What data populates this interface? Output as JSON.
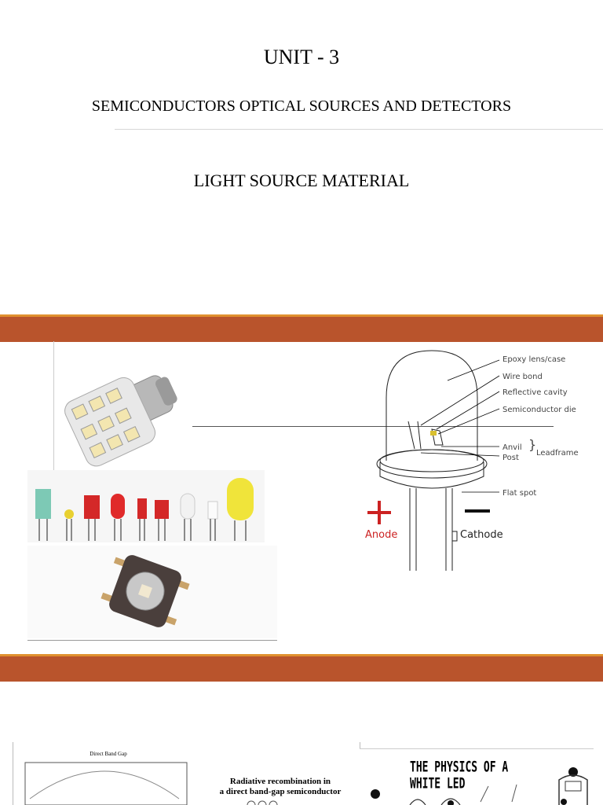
{
  "slide1": {
    "unit_title": "UNIT - 3",
    "subtitle": "SEMICONDUCTORS OPTICAL SOURCES AND DETECTORS",
    "topic": "LIGHT SOURCE MATERIAL"
  },
  "colors": {
    "band": "#b9542c",
    "band_edge": "#e0912f",
    "plus": "#cc2222"
  },
  "led_diagram": {
    "labels": {
      "epoxy": "Epoxy lens/case",
      "wire_bond": "Wire bond",
      "reflective_cavity": "Reflective cavity",
      "semiconductor_die": "Semiconductor die",
      "anvil": "Anvil",
      "post": "Post",
      "leadframe": "Leadframe",
      "flat_spot": "Flat spot",
      "anode": "Anode",
      "cathode": "Cathode"
    }
  },
  "slide3": {
    "direct_band_gap": "Direct Band Gap",
    "radiative_line1": "Radiative recombination in",
    "radiative_line2": "a direct band-gap semiconductor",
    "white_led_title": "THE PHYSICS OF A WHITE LED"
  }
}
